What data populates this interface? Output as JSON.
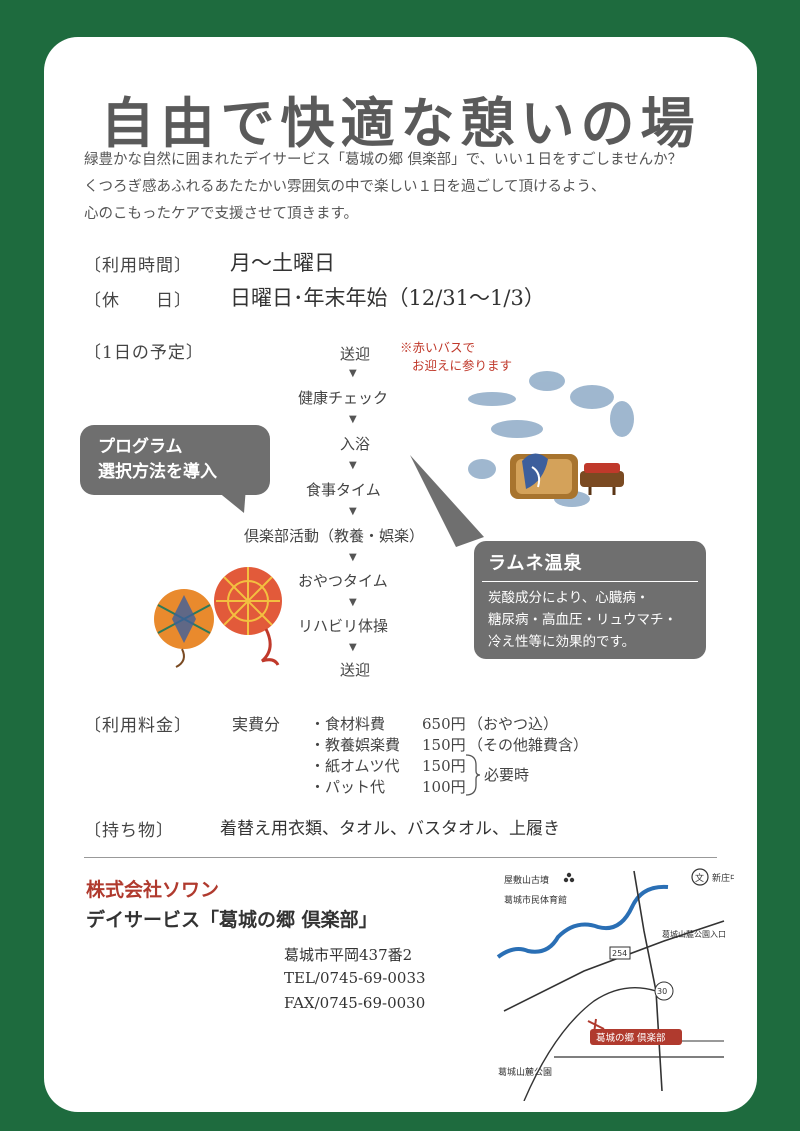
{
  "title": "自由で快適な憩いの場",
  "intro": [
    "緑豊かな自然に囲まれたデイサービス「葛城の郷 倶楽部」で、いい１日をすごしませんか？",
    "くつろぎ感あふれるあたたかい雰囲気の中で楽しい１日を過ごして頂けるよう、",
    "心のこもったケアで支援させて頂きます。"
  ],
  "hours": {
    "label": "〔利用時間〕",
    "value": "月～土曜日"
  },
  "holiday": {
    "label": "〔休　　日〕",
    "value": "日曜日･年末年始（12/31～1/3）"
  },
  "schedule": {
    "label": "〔1日の予定〕",
    "steps": [
      "送迎",
      "健康チェック",
      "入浴",
      "食事タイム",
      "倶楽部活動（教養・娯楽）",
      "おやつタイム",
      "リハビリ体操",
      "送迎"
    ],
    "note": [
      "※赤いバスで",
      "お迎えに参ります"
    ]
  },
  "program_callout": [
    "プログラム",
    "選択方法を導入"
  ],
  "onsen": {
    "title": "ラムネ温泉",
    "body": [
      "炭酸成分により、心臓病・",
      "糖尿病・高血圧・リュウマチ・",
      "冷え性等に効果的です。"
    ]
  },
  "fees": {
    "label": "〔利用料金〕",
    "basis": "実費分",
    "items": [
      {
        "name": "・食材料費",
        "price": "650円",
        "note": "（おやつ込）"
      },
      {
        "name": "・教養娯楽費",
        "price": "150円",
        "note": "（その他雑費含）"
      },
      {
        "name": "・紙オムツ代",
        "price": "150円",
        "note": ""
      },
      {
        "name": "・パット代",
        "price": "100円",
        "note": ""
      }
    ],
    "group_note": "必要時"
  },
  "belongings": {
    "label": "〔持ち物〕",
    "value": "着替え用衣類、タオル、バスタオル、上履き"
  },
  "company": "株式会社ソワン",
  "service": "デイサービス「葛城の郷 倶楽部」",
  "address": "葛城市平岡437番2",
  "tel": "TEL/0745-69-0033",
  "fax": "FAX/0745-69-0030",
  "map": {
    "labels": {
      "tomb": "屋敷山古墳",
      "shinjo": "新庄中",
      "gym": "葛城市民体育館",
      "park_entrance": "葛城山麓公園入口",
      "destination": "葛城の郷 倶楽部",
      "park": "葛城山麓公園",
      "route254": "254",
      "route30": "30",
      "school_mark": "文"
    },
    "colors": {
      "river": "#2a6fb5",
      "destination": "#b03a2e"
    }
  }
}
